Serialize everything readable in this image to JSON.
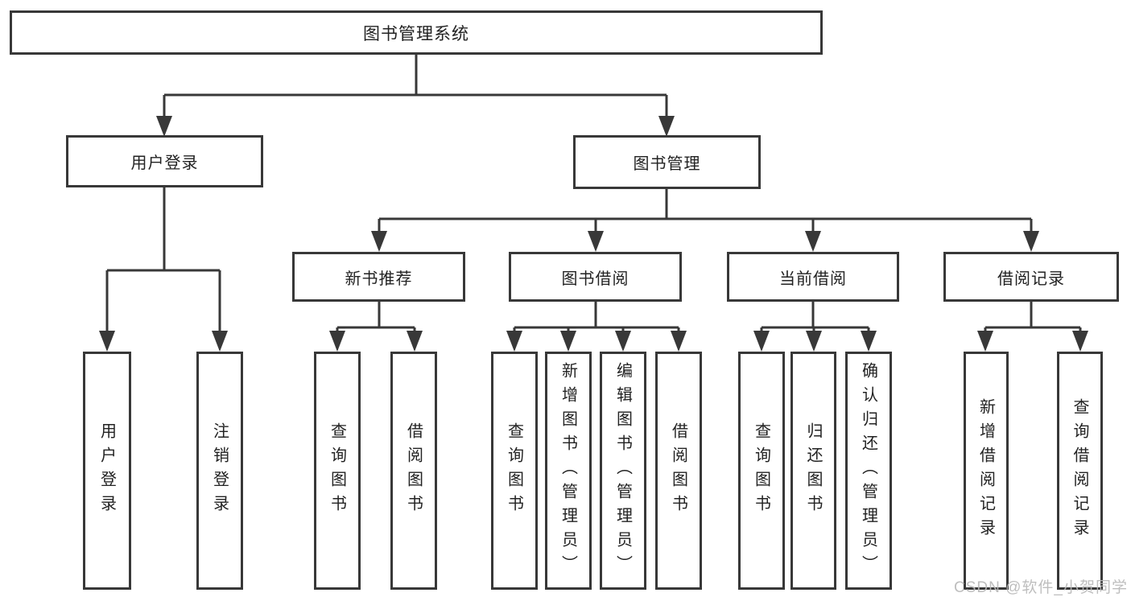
{
  "watermark": "CSDN @软件_小贺同学",
  "colors": {
    "line": "#383838",
    "text": "#222222",
    "watermark": "#b9b9b9",
    "background": "#ffffff"
  },
  "tree": {
    "root": {
      "label": "图书管理系统"
    },
    "branches": [
      {
        "label": "用户登录",
        "children": [
          {
            "label": "用户登录"
          },
          {
            "label": "注销登录"
          }
        ]
      },
      {
        "label": "图书管理",
        "children": [
          {
            "label": "新书推荐",
            "children": [
              {
                "label": "查询图书"
              },
              {
                "label": "借阅图书"
              }
            ]
          },
          {
            "label": "图书借阅",
            "children": [
              {
                "label": "查询图书"
              },
              {
                "label": "新增图书（管理员）"
              },
              {
                "label": "编辑图书（管理员）"
              },
              {
                "label": "借阅图书"
              }
            ]
          },
          {
            "label": "当前借阅",
            "children": [
              {
                "label": "查询图书"
              },
              {
                "label": "归还图书"
              },
              {
                "label": "确认归还（管理员）"
              }
            ]
          },
          {
            "label": "借阅记录",
            "children": [
              {
                "label": "新增借阅记录"
              },
              {
                "label": "查询借阅记录"
              }
            ]
          }
        ]
      }
    ]
  }
}
